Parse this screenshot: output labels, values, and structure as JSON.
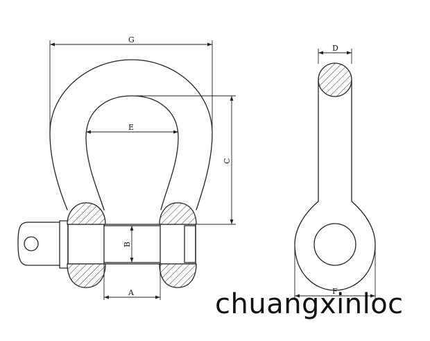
{
  "labels": {
    "G": "G",
    "E": "E",
    "C": "C",
    "B": "B",
    "A": "A",
    "D": "D",
    "F": "F"
  },
  "watermark": "chuangxinloc",
  "colors": {
    "line": "#222222",
    "background": "#ffffff"
  }
}
